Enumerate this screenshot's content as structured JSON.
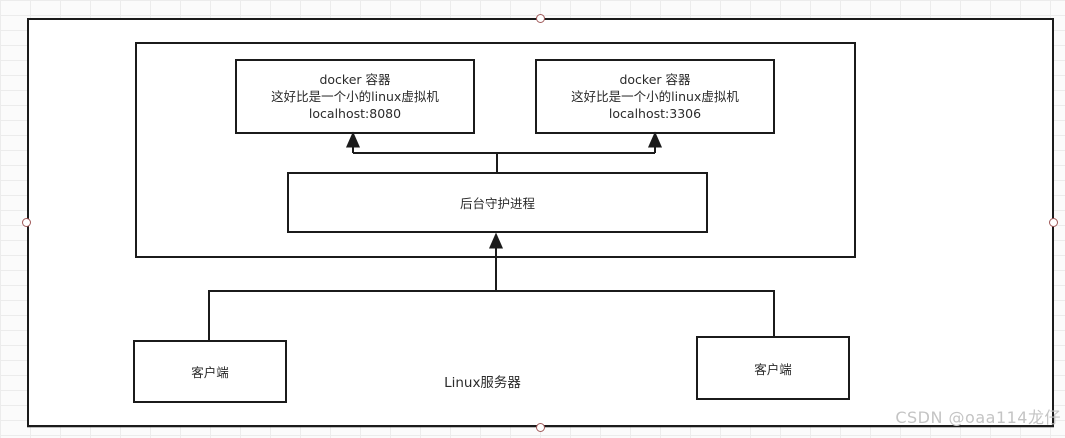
{
  "diagram": {
    "server_label": "Linux服务器",
    "containers": [
      {
        "title": "docker 容器",
        "subtitle": "这好比是一个小的linux虚拟机",
        "address": "localhost:8080"
      },
      {
        "title": "docker 容器",
        "subtitle": "这好比是一个小的linux虚拟机",
        "address": "localhost:3306"
      }
    ],
    "daemon_label": "后台守护进程",
    "clients": [
      {
        "label": "客户端"
      },
      {
        "label": "客户端"
      }
    ]
  },
  "watermark": "CSDN @oaa114龙仔",
  "colors": {
    "stroke": "#1b1b1b",
    "text": "#2b2b2b",
    "selection_handle": "#a05a5a",
    "grid_line": "#ececec",
    "watermark": "#c4c4c4"
  }
}
